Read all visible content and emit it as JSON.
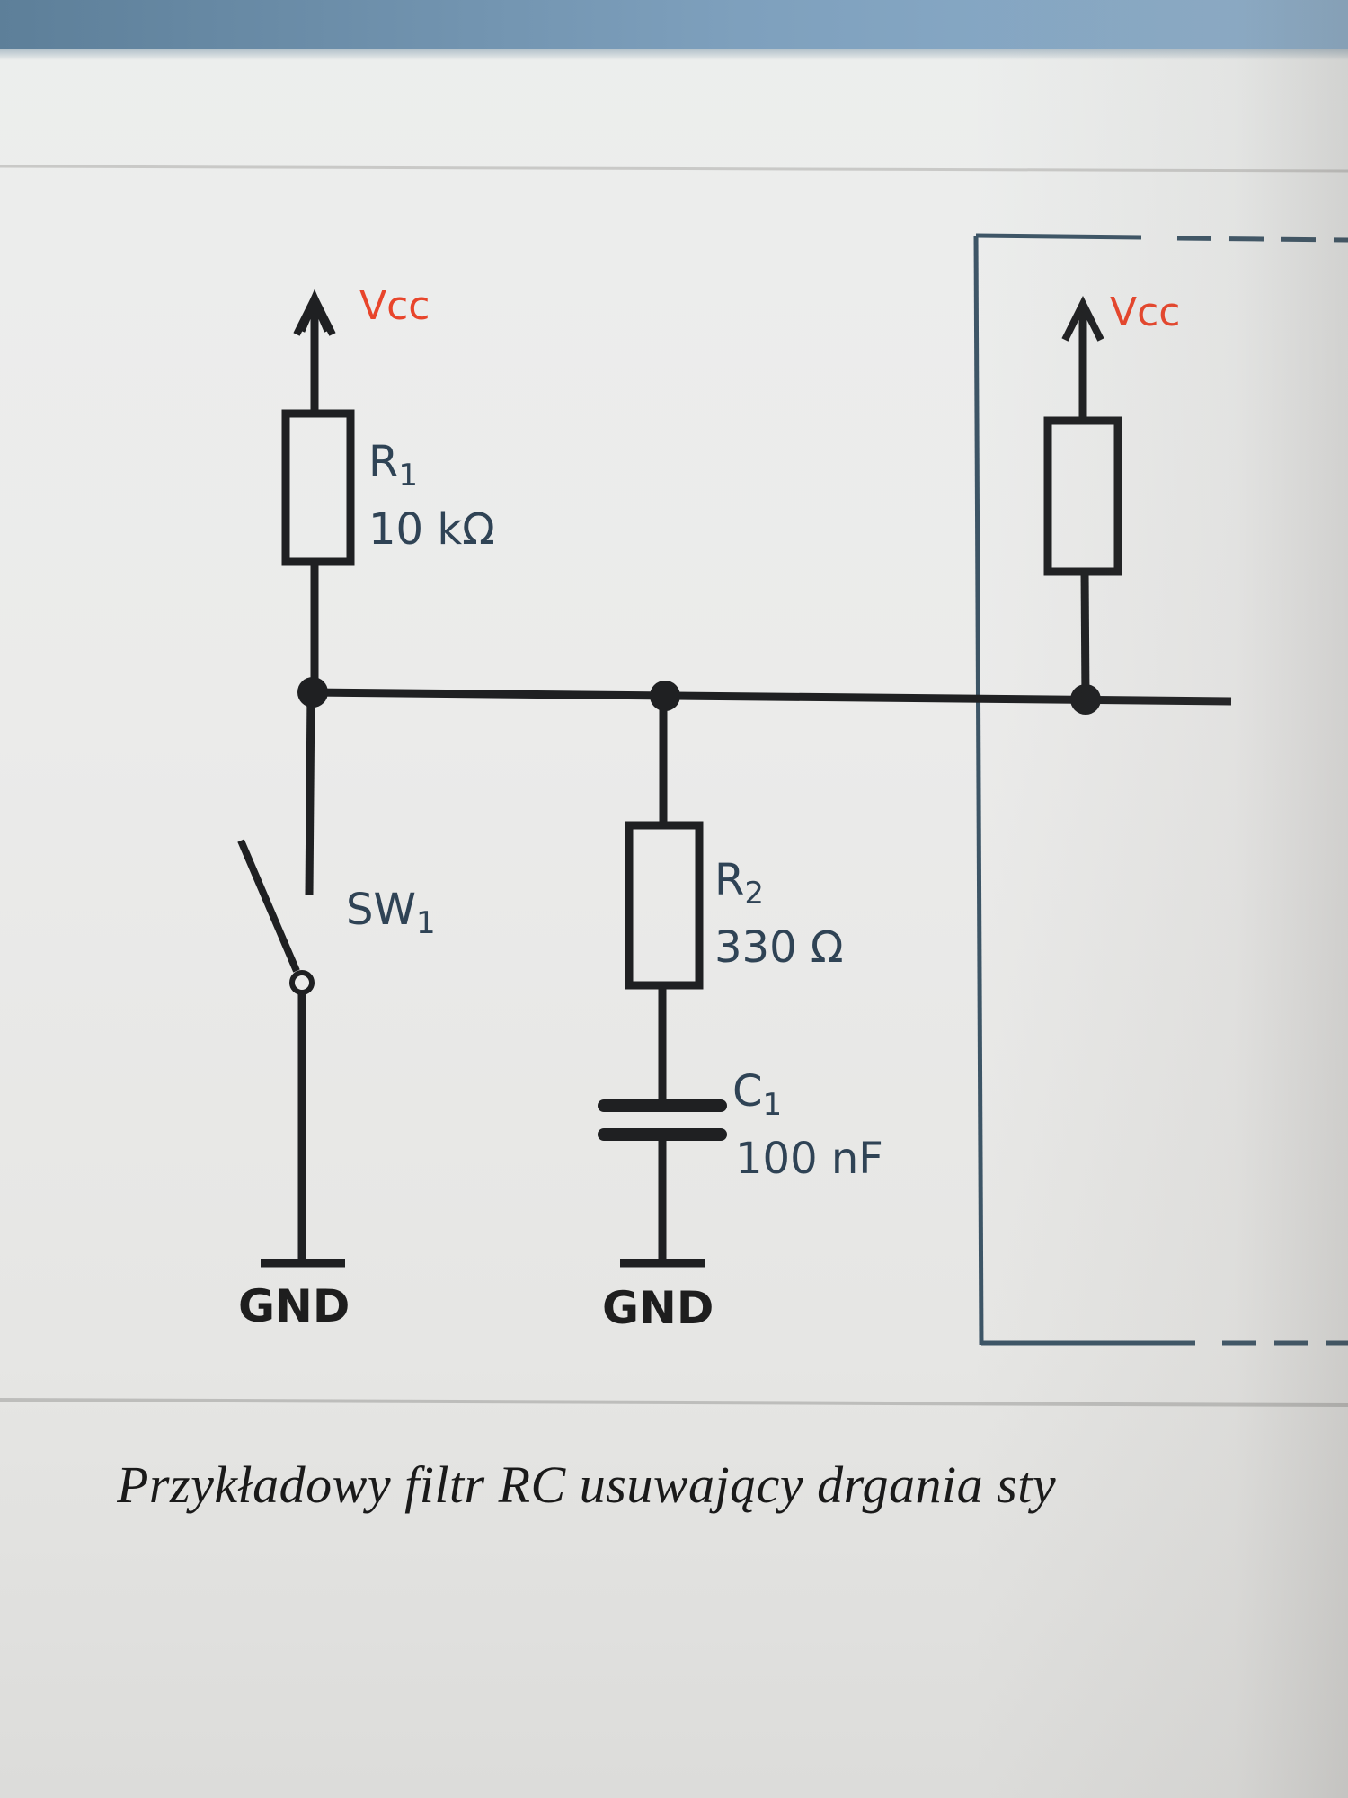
{
  "diagram": {
    "left_circuit": {
      "vcc_label": "Vcc",
      "r1_name": "R",
      "r1_sub": "1",
      "r1_value": "10 kΩ",
      "sw1_name": "SW",
      "sw1_sub": "1",
      "r2_name": "R",
      "r2_sub": "2",
      "r2_value": "330 Ω",
      "c1_name": "C",
      "c1_sub": "1",
      "c1_value": "100 nF",
      "gnd_left": "GND",
      "gnd_mid": "GND"
    },
    "right_block": {
      "vcc_label": "Vcc"
    }
  },
  "caption": "Przykładowy filtr RC usuwający drgania sty",
  "colors": {
    "wire": "#1f2022",
    "label_blue": "#2f4355",
    "vcc_red": "#e8452b",
    "block_border": "#3d5566"
  }
}
